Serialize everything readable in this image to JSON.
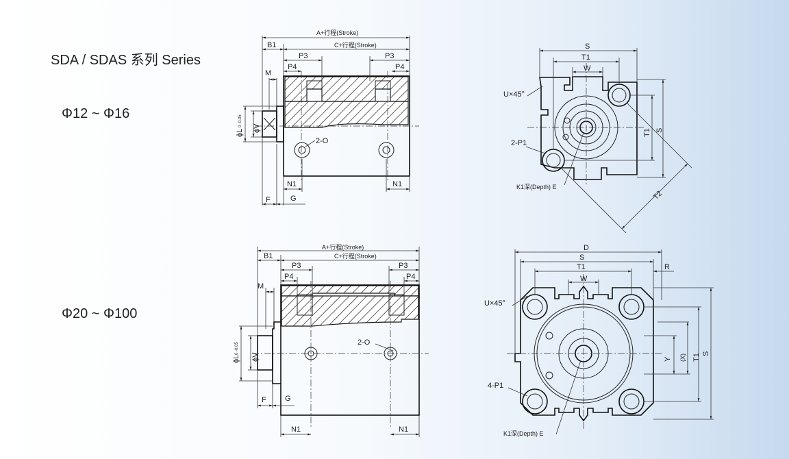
{
  "header": {
    "series_title": "SDA / SDAS 系列 Series"
  },
  "ranges": {
    "small": "Φ12 ~ Φ16",
    "large": "Φ20 ~ Φ100"
  },
  "dimensions": {
    "A_stroke": "A+行程(Stroke)",
    "C_stroke": "C+行程(Stroke)",
    "B1": "B1",
    "P3": "P3",
    "P4": "P4",
    "M": "M",
    "N1": "N1",
    "F": "F",
    "G": "G",
    "two_O": "2-O",
    "phiL": "ϕL",
    "phiL_tol": "0 -0.05",
    "phiV": "ϕV",
    "S": "S",
    "T1": "T1",
    "T2": "T2",
    "W": "W",
    "D": "D",
    "R": "R",
    "Y": "Y",
    "X": "(X)",
    "U45": "U×45°",
    "two_P1": "2-P1",
    "four_P1": "4-P1",
    "K1": "K1深(Depth) E"
  },
  "colors": {
    "background_left": "#ffffff",
    "background_right": "#c6d9ee",
    "line": "#222222"
  }
}
